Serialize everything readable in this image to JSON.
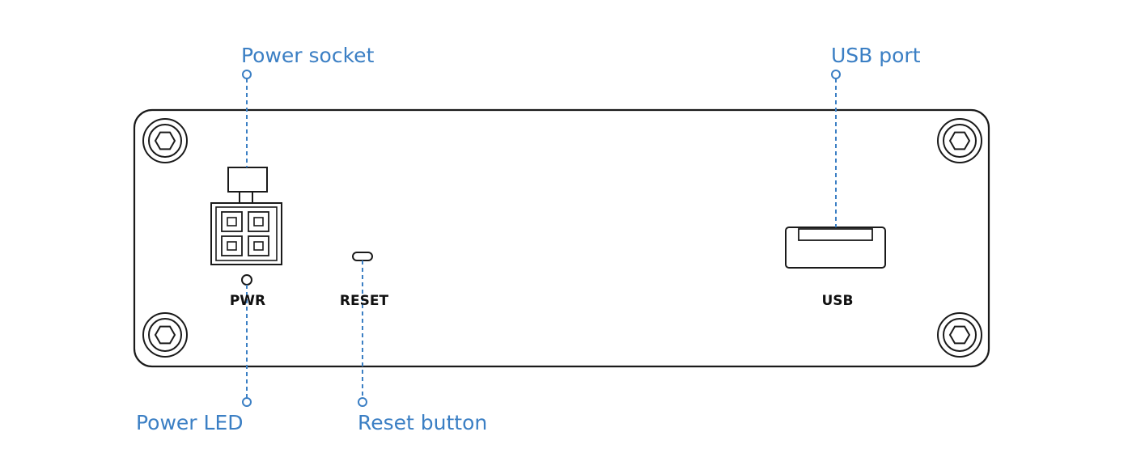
{
  "callouts": {
    "power_socket": "Power socket",
    "usb_port": "USB port",
    "power_led": "Power LED",
    "reset_button": "Reset button"
  },
  "panel_labels": {
    "pwr": "PWR",
    "reset": "RESET",
    "usb": "USB"
  },
  "colors": {
    "callout": "#3b7fc4",
    "outline": "#1a1a1a",
    "panel_text": "#111111"
  },
  "icons": {
    "screw": "hex-screw-icon",
    "power_socket": "4-pin-power-connector-icon",
    "usb": "usb-a-port-icon"
  }
}
